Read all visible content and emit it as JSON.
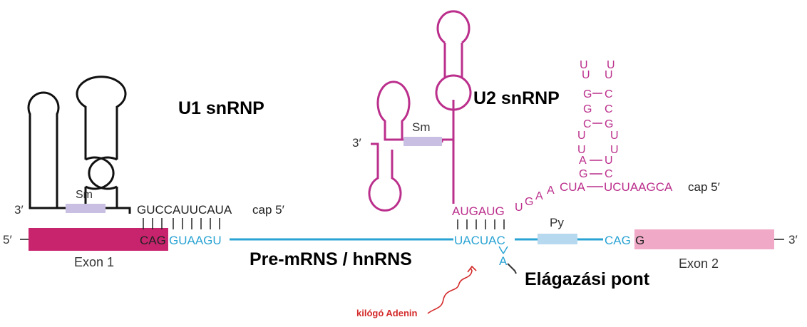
{
  "labels": {
    "u1": "U1 snRNP",
    "u2": "U2 snRNP",
    "premrna": "Pre-mRNS / hnRNS",
    "branch_point": "Elágazási pont",
    "bulging_adenine": "kilógó Adenin",
    "exon1": "Exon 1",
    "exon2": "Exon 2",
    "sm_u1": "Sm",
    "sm_u2": "Sm",
    "py": "Py",
    "five_prime_left": "5′",
    "three_prime_right": "3′",
    "three_prime_u1": "3′",
    "three_prime_u2": "3′",
    "cap_u1": "cap 5′",
    "cap_u2": "cap 5′"
  },
  "sequences": {
    "u1_rna": "GUCCAUUCAUA",
    "exon1_end": "CAG",
    "intron_5ss": "GUAAGU",
    "branch_site": "UACUAC",
    "branch_a": "A",
    "acceptor": "CAG",
    "exon2_start": "G",
    "u2_paired": "AUGAUG",
    "u2_tail": [
      "U",
      "G",
      "A",
      "A"
    ],
    "u2_cua": "CUA",
    "u2_ucuaagca": "UCUAAGCA",
    "u2_hairpin_left": [
      "U",
      "G",
      "G",
      "C",
      "U",
      "U",
      "A",
      "G"
    ],
    "u2_hairpin_right": [
      "U",
      "C",
      "C",
      "G",
      "U",
      "U",
      "U",
      "C"
    ]
  },
  "colors": {
    "exon1": "#c8246e",
    "exon2": "#f0a9c6",
    "premrna": "#29a3d3",
    "u2": "#bb2f8c",
    "sm": "#c8bfe3",
    "py": "#b7d9ef",
    "annotation_red": "#d42a2a"
  }
}
